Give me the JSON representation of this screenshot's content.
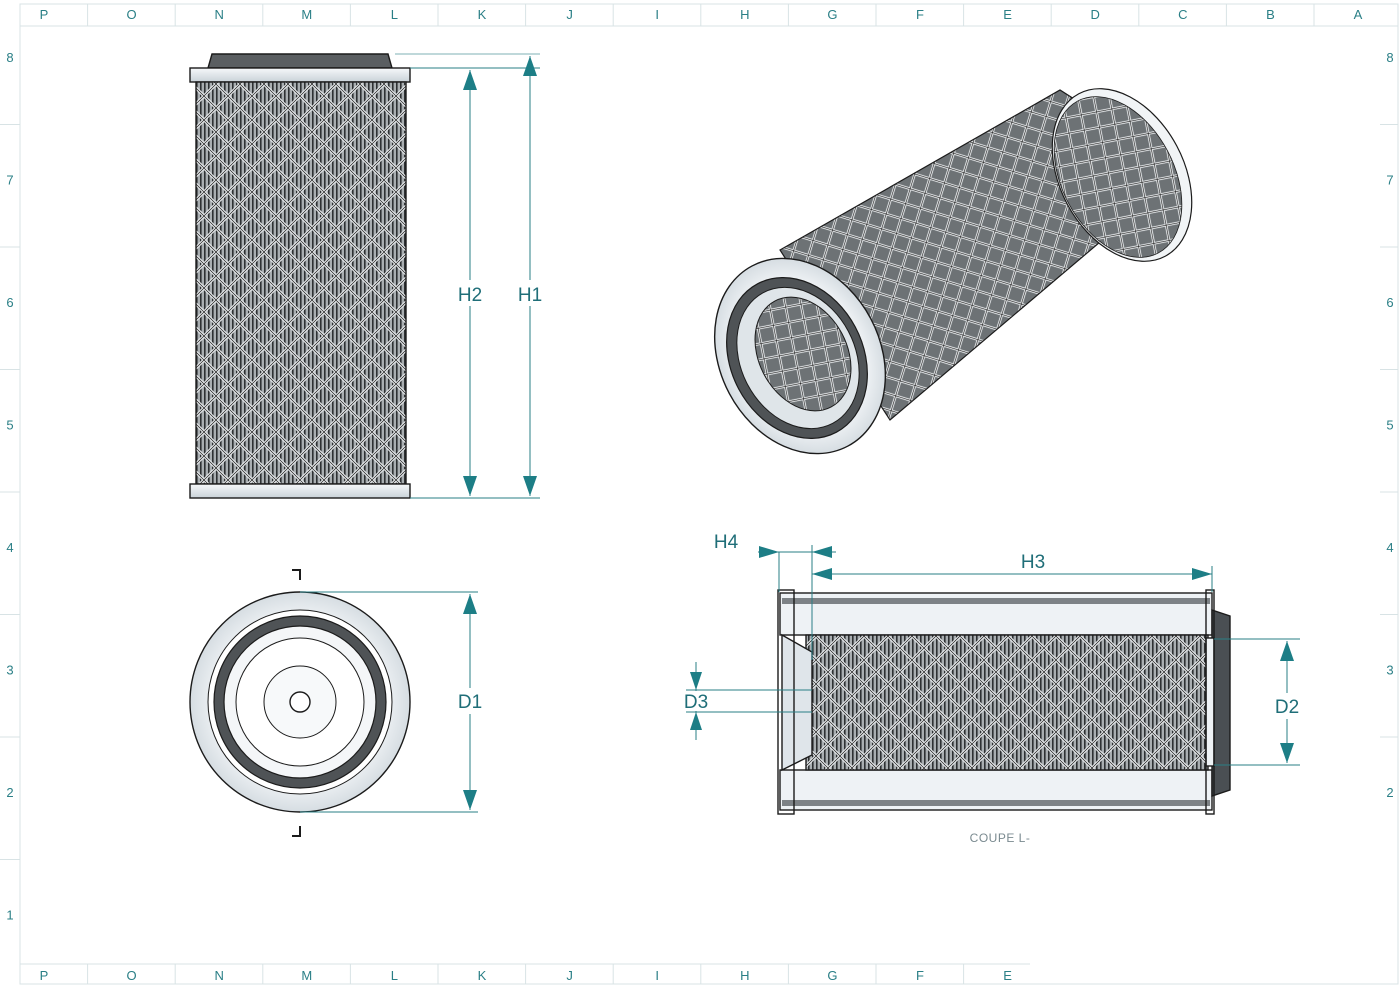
{
  "sheet": {
    "columns_top": [
      "P",
      "O",
      "N",
      "M",
      "L",
      "K",
      "J",
      "I",
      "H",
      "G",
      "F",
      "E",
      "D",
      "C",
      "B",
      "A"
    ],
    "columns_bottom": [
      "P",
      "O",
      "N",
      "M",
      "L",
      "K",
      "J",
      "I",
      "H",
      "G",
      "F",
      "E"
    ],
    "rows_left": [
      "8",
      "7",
      "6",
      "5",
      "4",
      "3",
      "2",
      "1"
    ],
    "rows_right": [
      "8",
      "7",
      "6",
      "5",
      "4",
      "3",
      "2"
    ]
  },
  "dimensions": {
    "h1": "H1",
    "h2": "H2",
    "h3": "H3",
    "h4": "H4",
    "d1": "D1",
    "d2": "D2",
    "d3": "D3"
  },
  "section_caption": "COUPE L-",
  "colors": {
    "dimension": "#1d7e86",
    "grid_text": "#2a7f86",
    "outline": "#1b1b1b",
    "end_cap": "#e8eef2",
    "seal": "#4a4a4a"
  }
}
